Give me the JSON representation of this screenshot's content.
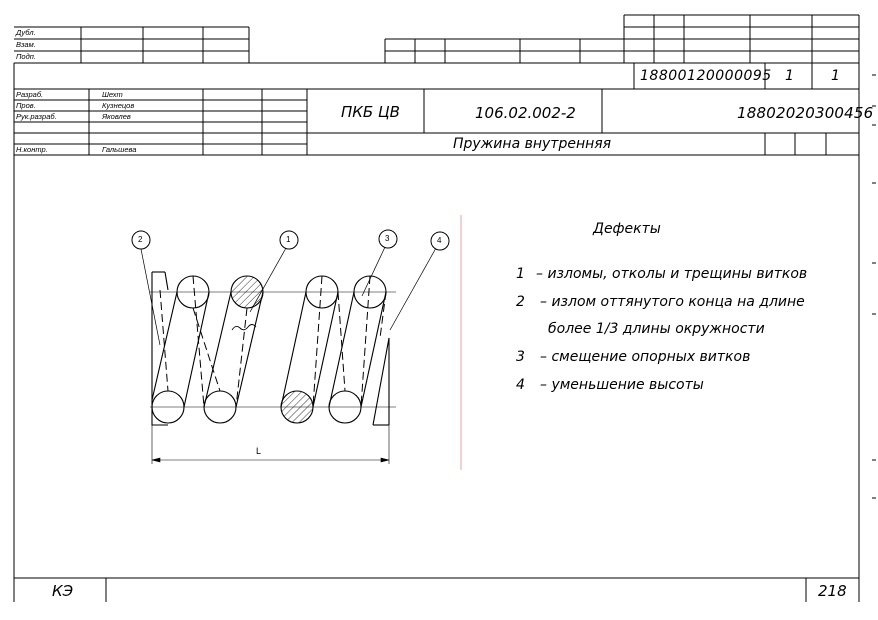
{
  "stamp": {
    "left_labels": [
      "Дубл.",
      "Взам.",
      "Подп."
    ],
    "code_top": "18800120000095",
    "sheet": "1",
    "sheets": "1",
    "roles": [
      {
        "role": "Разраб.",
        "name": "Шехт"
      },
      {
        "role": "Пров.",
        "name": "Кузнецов"
      },
      {
        "role": "Рук.разраб.",
        "name": "Яковлев"
      },
      {
        "role": "",
        "name": ""
      },
      {
        "role": "Н.контр.",
        "name": "Гальшева"
      }
    ],
    "org": "ПКБ ЦВ",
    "doc_number": "106.02.002-2",
    "code_right": "18802020300456",
    "part_name": "Пружина внутренняя"
  },
  "drawing": {
    "callouts": [
      "2",
      "1",
      "3",
      "4"
    ],
    "dimension_label": "L"
  },
  "defects": {
    "title": "Дефекты",
    "items": [
      {
        "num": "1",
        "text": "– изломы, отколы и трещины витков"
      },
      {
        "num": "2",
        "text": "– излом оттянутого конца на длине"
      },
      {
        "num": "",
        "text": "более 1/3 длины окружности"
      },
      {
        "num": "3",
        "text": "– смещение опорных витков"
      },
      {
        "num": "4",
        "text": "– уменьшение высоты"
      }
    ]
  },
  "footer": {
    "doc_type": "КЭ",
    "page": "218"
  }
}
